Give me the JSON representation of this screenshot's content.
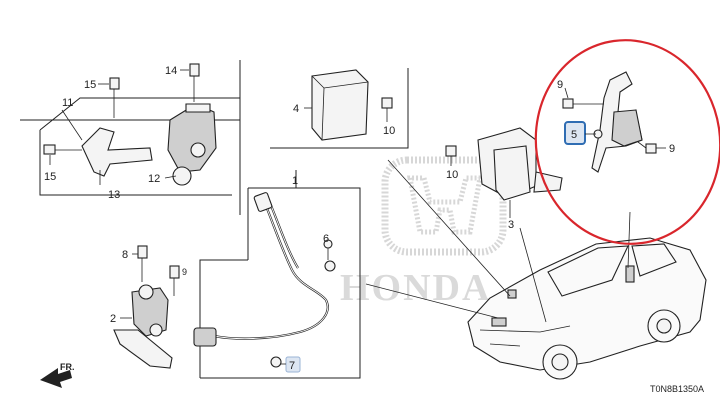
{
  "callouts": {
    "p1": "1",
    "p2": "2",
    "p3": "3",
    "p4": "4",
    "p5": "5",
    "p6": "6",
    "p7": "7",
    "p8": "8",
    "p9a": "9",
    "p9b": "9",
    "p10a": "10",
    "p10b": "10",
    "p11": "11",
    "p12": "12",
    "p13": "13",
    "p14": "14",
    "p15a": "15",
    "p15b": "15"
  },
  "direction": "FR.",
  "diagram_code": "T0N8B1350A",
  "watermark_text": "HONDA",
  "colors": {
    "highlight_ellipse": "#d9262c",
    "callout_box_border": "#2f6db3",
    "callout_box_fill": "#dde6f2",
    "watermark": "#bdbdbd"
  }
}
